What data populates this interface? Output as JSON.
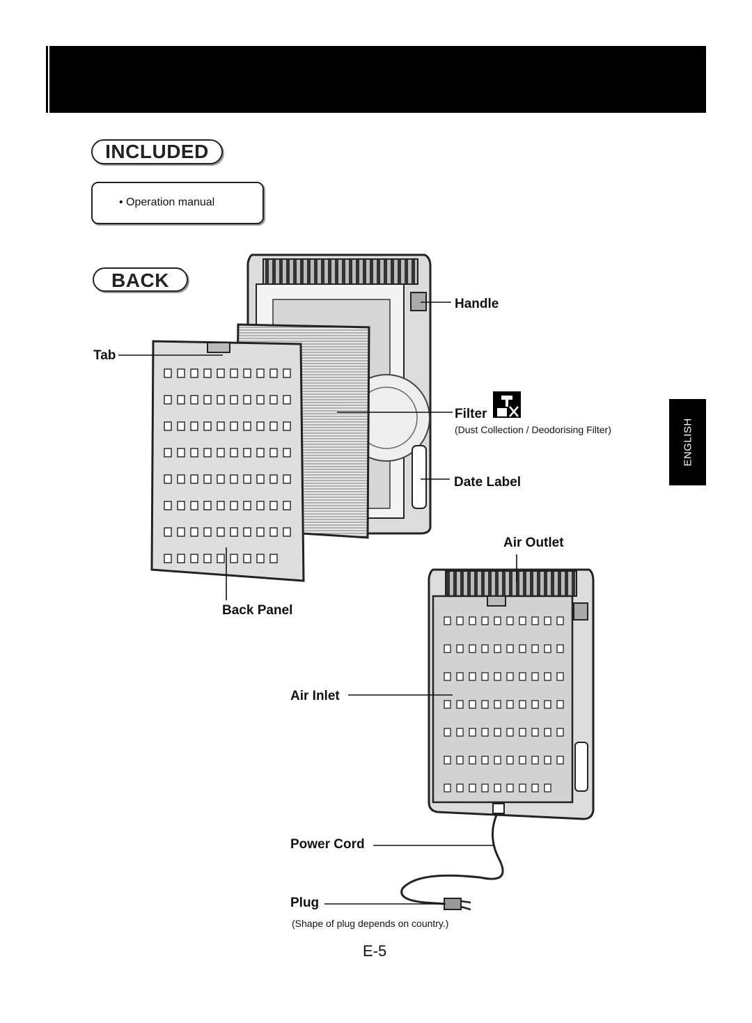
{
  "sections": {
    "included": "INCLUDED",
    "back": "BACK"
  },
  "included_items": [
    "• Operation manual"
  ],
  "side_tab": "ENGLISH",
  "labels": {
    "tab": "Tab",
    "handle": "Handle",
    "filter": "Filter",
    "filter_note": "(Dust Collection / Deodorising Filter)",
    "date_label": "Date Label",
    "air_outlet": "Air Outlet",
    "back_panel": "Back Panel",
    "air_inlet": "Air Inlet",
    "power_cord": "Power Cord",
    "plug": "Plug",
    "plug_note": "(Shape of plug depends on country.)"
  },
  "icons": {
    "filter_symbol": "filter-wash-prohibited-icon"
  },
  "page_number": "E-5"
}
